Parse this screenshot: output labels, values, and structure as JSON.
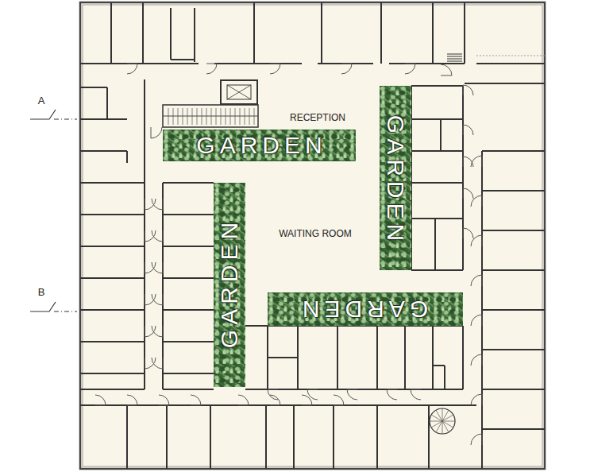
{
  "diagram": {
    "nodes": [
      {
        "text": [
          "GARDEN"
        ]
      },
      {
        "text": [
          "GARDEN"
        ]
      },
      {
        "text": [
          "GARDEN"
        ]
      },
      {
        "text": [
          "GARDEN"
        ]
      }
    ],
    "labels": [
      "RECEPTION",
      "WAITING ROOM",
      "A",
      "B"
    ]
  }
}
